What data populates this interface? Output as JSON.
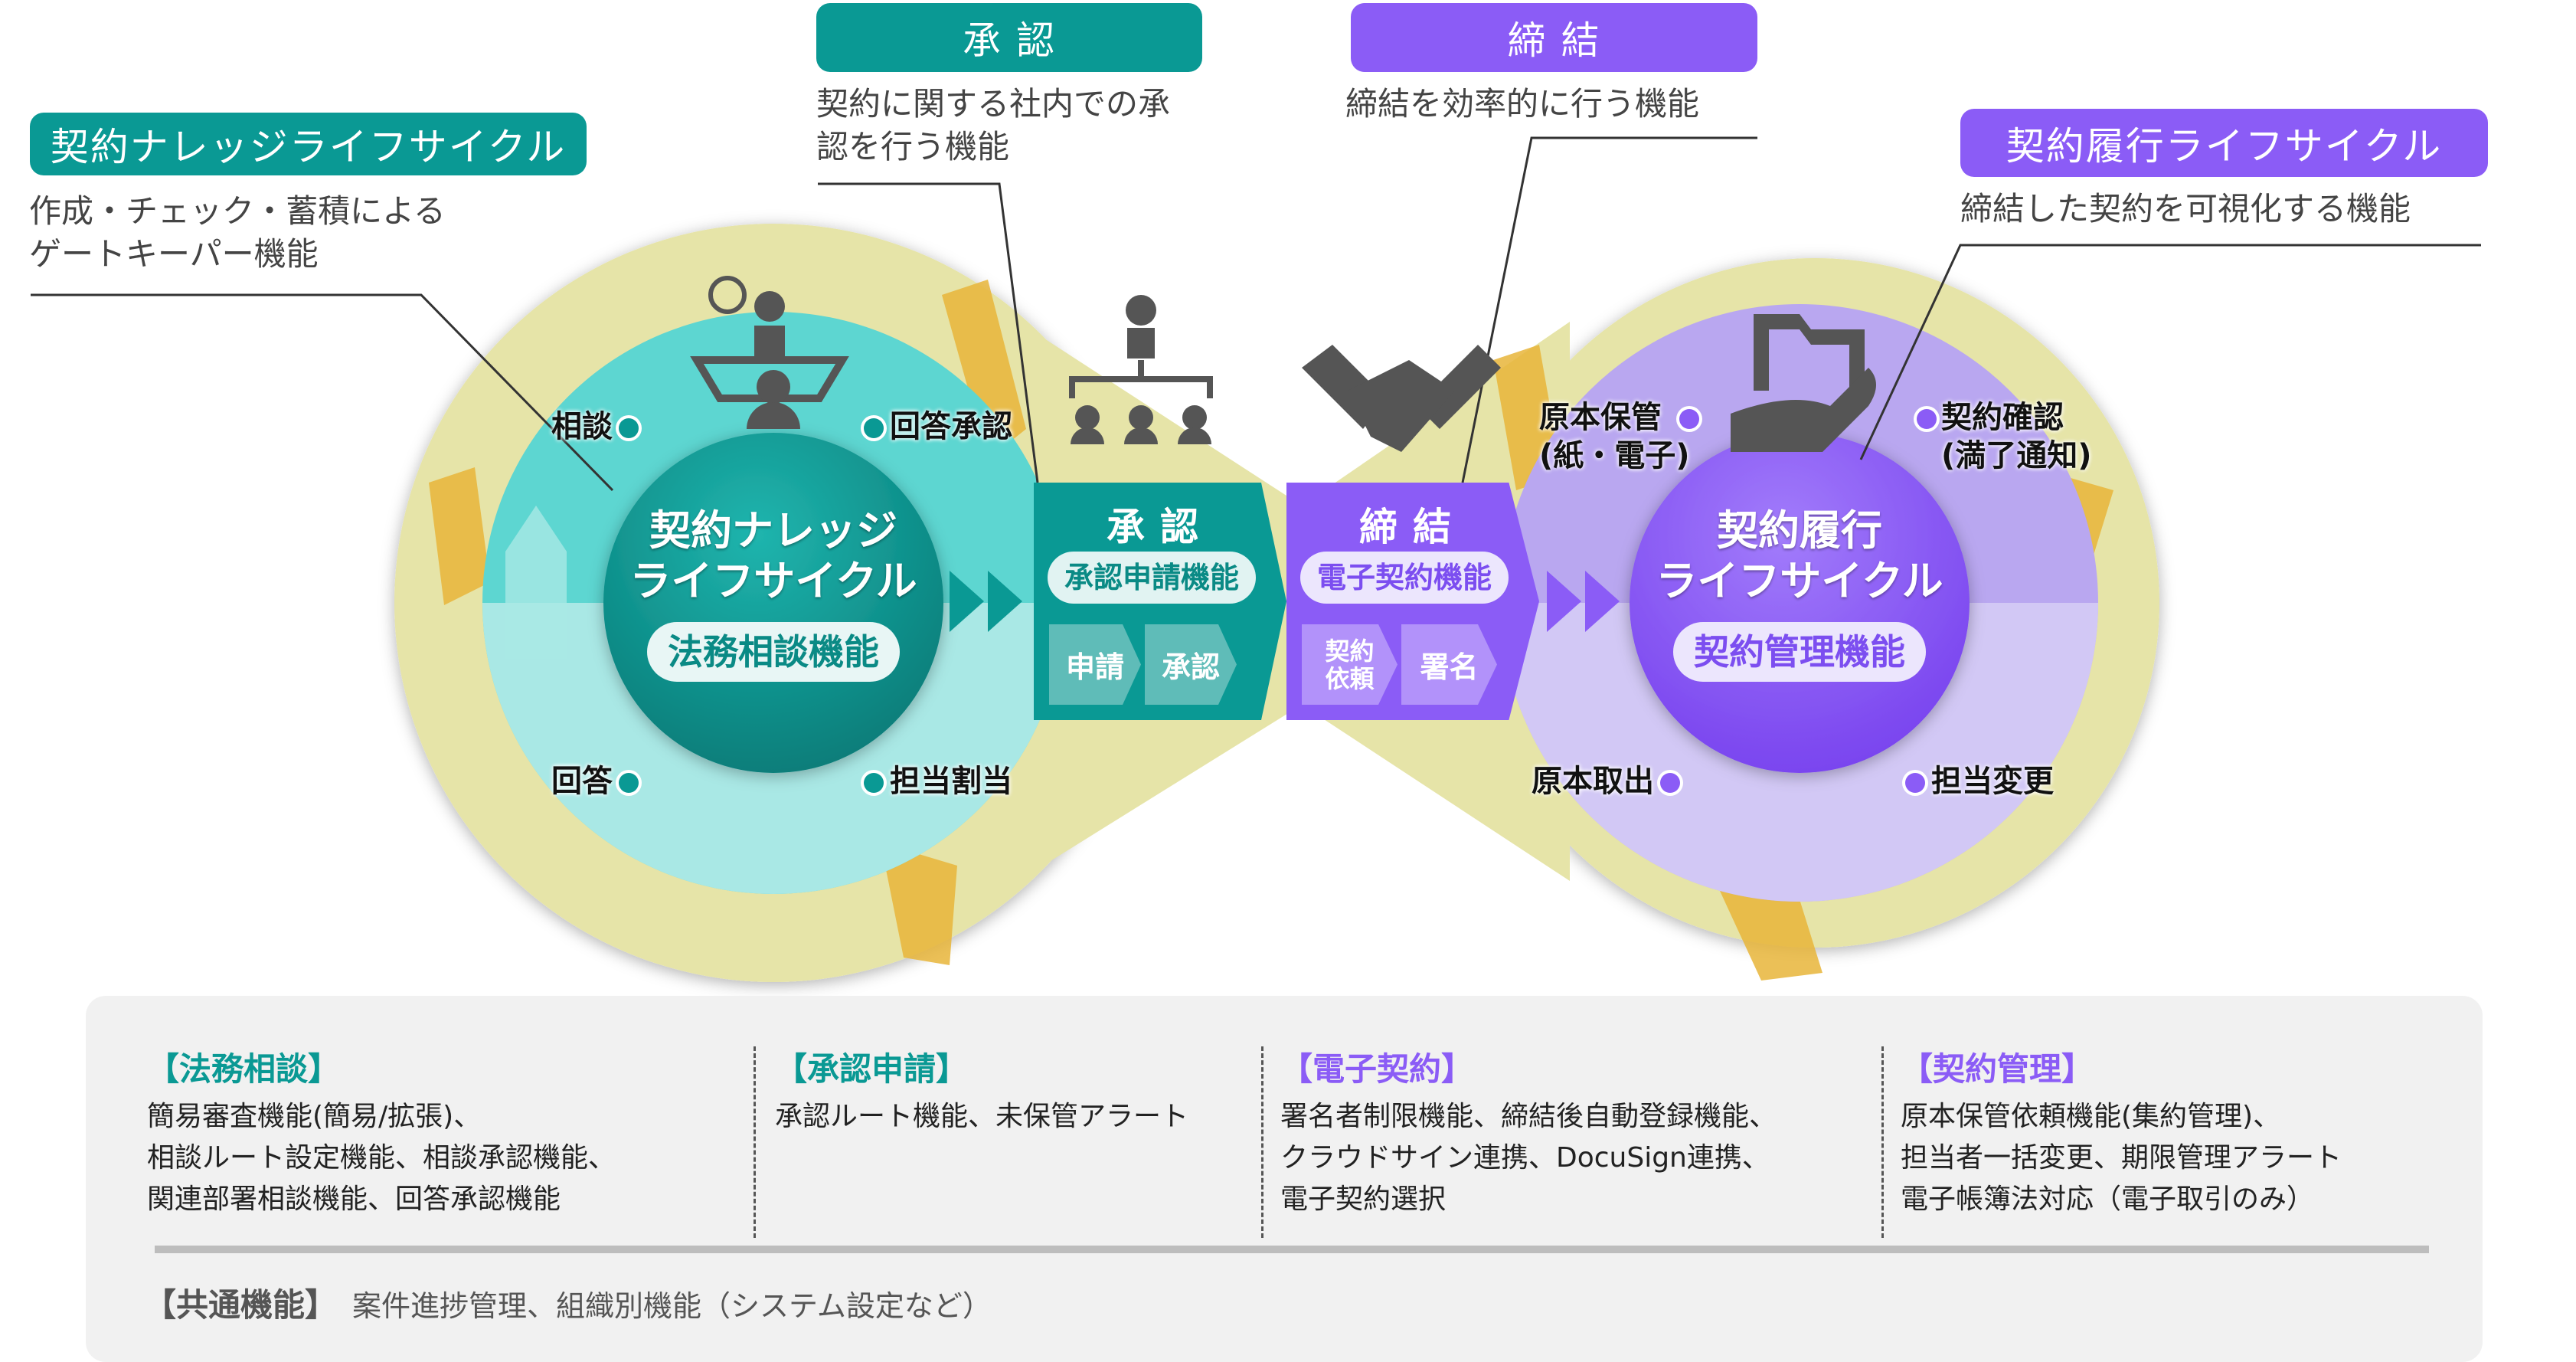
{
  "headers": {
    "knowledge": {
      "label": "契約ナレッジライフサイクル",
      "desc": "作成・チェック・蓄積による\nゲートキーパー機能"
    },
    "approval": {
      "label": "承 認",
      "desc": "契約に関する社内での承\n認を行う機能"
    },
    "signing": {
      "label": "締 結",
      "desc": "締結を効率的に行う機能"
    },
    "execution": {
      "label": "契約履行ライフサイクル",
      "desc": "締結した契約を可視化する機能"
    }
  },
  "colors": {
    "teal": "#0a9994",
    "purple": "#8b5cf6",
    "yellow": "#e6e4a8",
    "gold": "#e8b53a"
  },
  "left_cycle": {
    "title": "契約ナレッジ\nライフサイクル",
    "feature": "法務相談機能",
    "nodes": [
      "相談",
      "回答承認",
      "回答",
      "担当割当"
    ],
    "icon": "consultation-icon"
  },
  "approval_stage": {
    "title": "承認",
    "feature": "承認申請機能",
    "steps": [
      "申請",
      "承認"
    ],
    "icon": "org-chart-icon"
  },
  "signing_stage": {
    "title": "締結",
    "feature": "電子契約機能",
    "steps": [
      "契約\n依頼",
      "署名"
    ],
    "icon": "handshake-icon"
  },
  "right_cycle": {
    "title": "契約履行\nライフサイクル",
    "feature": "契約管理機能",
    "nodes": [
      "原本保管\n(紙・電子)",
      "契約確認\n(満了通知)",
      "原本取出",
      "担当変更"
    ],
    "icon": "folder-hand-icon"
  },
  "panel": {
    "columns": [
      {
        "title": "【法務相談】",
        "body": "簡易審査機能(簡易/拡張)、\n相談ルート設定機能、相談承認機能、\n関連部署相談機能、回答承認機能"
      },
      {
        "title": "【承認申請】",
        "body": "承認ルート機能、未保管アラート"
      },
      {
        "title": "【電子契約】",
        "body": "署名者制限機能、締結後自動登録機能、\nクラウドサイン連携、DocuSign連携、\n電子契約選択"
      },
      {
        "title": "【契約管理】",
        "body": "原本保管依頼機能(集約管理)、\n担当者一括変更、期限管理アラート\n電子帳簿法対応（電子取引のみ）"
      }
    ],
    "common_label": "【共通機能】",
    "common_text": "案件進捗管理、組織別機能（システム設定など）"
  }
}
